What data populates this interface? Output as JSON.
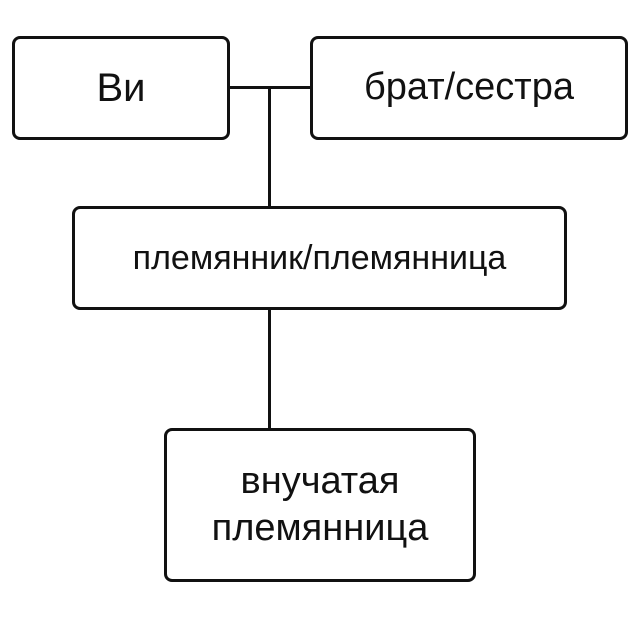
{
  "nodes": {
    "self": "Ви",
    "sibling": "брат/сестра",
    "nibling": "племянник/племянница",
    "grandniece": "внучатая племянница"
  }
}
